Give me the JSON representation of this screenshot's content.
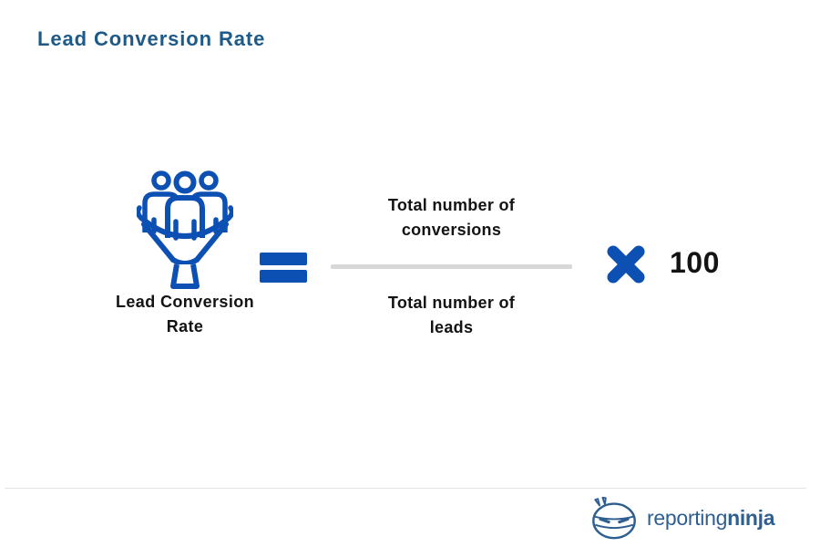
{
  "title": "Lead Conversion Rate",
  "colors": {
    "accent_blue": "#0d50b4",
    "title_blue": "#1d5a88",
    "logo_blue": "#2e5f90",
    "text_dark": "#131313",
    "fraction_divider_gray": "#d8d8d8",
    "footer_divider_gray": "#e3e3e3"
  },
  "formula": {
    "metric": {
      "icon": "lead-funnel-icon",
      "label_line1": "Lead Conversion",
      "label_line2": "Rate"
    },
    "equals_icon": "equals-icon",
    "fraction": {
      "numerator_line1": "Total number of",
      "numerator_line2": "conversions",
      "denominator_line1": "Total number of",
      "denominator_line2": "leads"
    },
    "multiply_icon": "multiply-icon",
    "multiplier": "100"
  },
  "footer": {
    "logo_icon": "ninja-face-icon",
    "brand_regular": "reporting",
    "brand_bold": "ninja"
  }
}
